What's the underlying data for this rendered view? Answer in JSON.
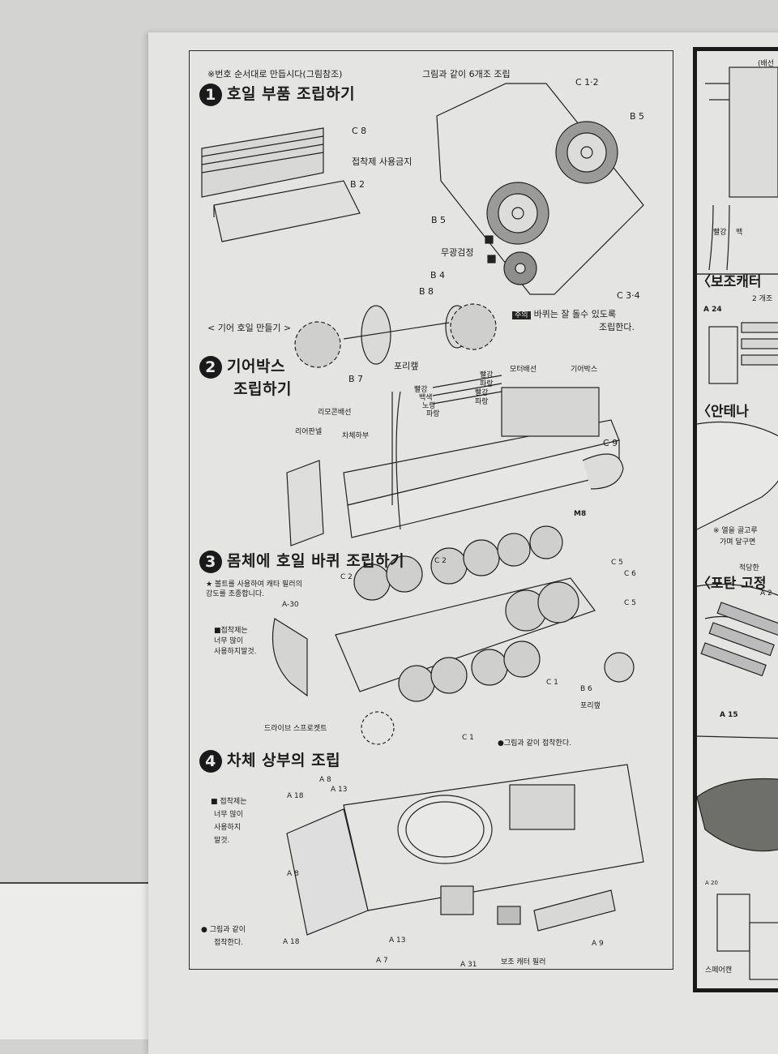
{
  "header_note": "※번호 순서대로 만듭시다(그림참조)",
  "step1": {
    "number": "1",
    "title": "호일 부품 조립하기",
    "note_top": "그림과 같이 6개조 조립",
    "labels": {
      "c8": "C 8",
      "b2": "B 2",
      "c12": "C 1·2",
      "b5a": "B 5",
      "b5b": "B 5",
      "no_glue": "접착제 사용금지",
      "matte_black": "무광검정",
      "b4": "B 4",
      "c34": "C 3·4",
      "b8": "B 8",
      "b7": "B 7",
      "polycap": "포리캪"
    },
    "gear_wheel": "< 기어 호일 만들기 >",
    "caution_badge": "주의",
    "caution_line1": "바퀴는 잘 돌수 있도록",
    "caution_line2": "조립한다."
  },
  "step2": {
    "number": "2",
    "title_line1": "기어박스",
    "title_line2": "조립하기",
    "labels": {
      "motor_wire": "모터배선",
      "gearbox": "기어박스",
      "red1": "빨강",
      "blue1": "파랑",
      "red2": "빨강",
      "blue2": "파랑",
      "red3": "빨강",
      "white": "백색",
      "yellow": "노랑",
      "blue3": "파랑",
      "remote_wire": "리모콘배선",
      "rear_panel": "리어판넬",
      "lower_hull": "차체하부",
      "c9": "C 9",
      "m8": "M8"
    }
  },
  "step3": {
    "number": "3",
    "title": "몸체에 호일 바퀴 조립하기",
    "bolt_note_line1": "★ 볼트를 사용하여 캐타 필러의",
    "bolt_note_line2": "강도를 조종합니다.",
    "glue_note": [
      "■접착제는",
      "너무 많이",
      "사용하지말것."
    ],
    "labels": {
      "c2a": "C 2",
      "c2b": "C 2",
      "c5a": "C 5",
      "c6": "C 6",
      "c5b": "C 5",
      "a30": "A-30",
      "c1a": "C 1",
      "c1b": "C 1",
      "b6": "B 6",
      "polycap": "포리캪",
      "sprocket": "드라이브 스프로켓트"
    },
    "attach_note": "●그림과 같이 접착한다."
  },
  "step4": {
    "number": "4",
    "title": "차체 상부의 조립",
    "glue_note": [
      "■ 접착제는",
      "너무 많이",
      "사용하지",
      "말것."
    ],
    "attach_note": [
      "● 그림과 같이",
      "접착한다."
    ],
    "labels": {
      "a8a": "A 8",
      "a13a": "A 13",
      "a18a": "A 18",
      "a8b": "A 8",
      "a18b": "A 18",
      "a13b": "A 13",
      "a7": "A 7",
      "a31": "A 31",
      "spare_track": "보조 캐터 필러",
      "a9": "A 9"
    }
  },
  "right_column": {
    "wiring_label": "(배선",
    "wire_red": "빨강",
    "wire_white": "백",
    "spare_track_title": "〈보조캐터",
    "spare_track_note": "2 개조",
    "a24": "A 24",
    "antenna_title": "〈안테나",
    "antenna_note_line1": "※ 열을 골고루",
    "antenna_note_line2": "가며 달구면",
    "antenna_note_line3": "적당한",
    "shell_title": "〈포탄 고정",
    "a2x": "A 2",
    "a15": "A 15",
    "a20": "A 20",
    "jerrycan": "스페어캔"
  }
}
